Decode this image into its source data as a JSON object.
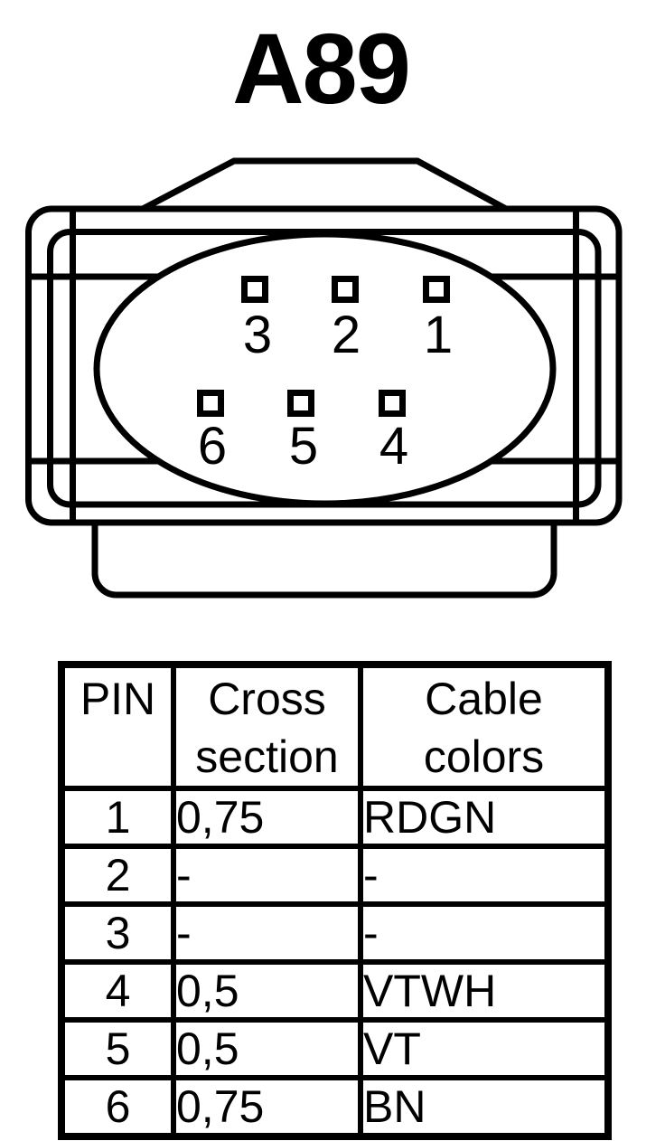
{
  "title": "A89",
  "connector": {
    "pins": [
      {
        "label": "3"
      },
      {
        "label": "2"
      },
      {
        "label": "1"
      },
      {
        "label": "6"
      },
      {
        "label": "5"
      },
      {
        "label": "4"
      }
    ]
  },
  "table": {
    "headers": [
      "PIN",
      "Cross section",
      "Cable colors"
    ],
    "rows": [
      {
        "pin": "1",
        "cross_section": "0,75",
        "cable_color": "RDGN"
      },
      {
        "pin": "2",
        "cross_section": "-",
        "cable_color": "-"
      },
      {
        "pin": "3",
        "cross_section": "-",
        "cable_color": "-"
      },
      {
        "pin": "4",
        "cross_section": "0,5",
        "cable_color": "VTWH"
      },
      {
        "pin": "5",
        "cross_section": "0,5",
        "cable_color": "VT"
      },
      {
        "pin": "6",
        "cross_section": "0,75",
        "cable_color": "BN"
      }
    ]
  },
  "colors": {
    "line": "#000000",
    "background": "#ffffff"
  }
}
